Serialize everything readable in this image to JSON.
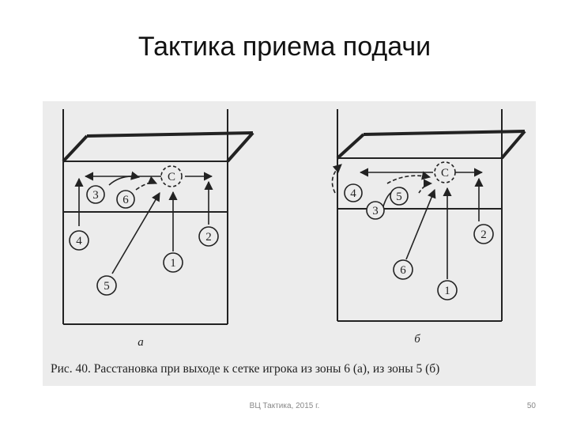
{
  "slide": {
    "title": "Тактика приема подачи",
    "footer_left": "ВЦ Тактика, 2015 г.",
    "page_number": "50"
  },
  "figure": {
    "caption": "Рис. 40. Расстановка при выходе к сетке игрока из зоны 6 (а), из  зоны 5 (б)",
    "panel_a": {
      "label": "а",
      "setter": "С",
      "players": [
        "1",
        "2",
        "3",
        "4",
        "5",
        "6"
      ]
    },
    "panel_b": {
      "label": "б",
      "setter": "С",
      "players": [
        "1",
        "2",
        "3",
        "4",
        "5",
        "6"
      ]
    }
  }
}
